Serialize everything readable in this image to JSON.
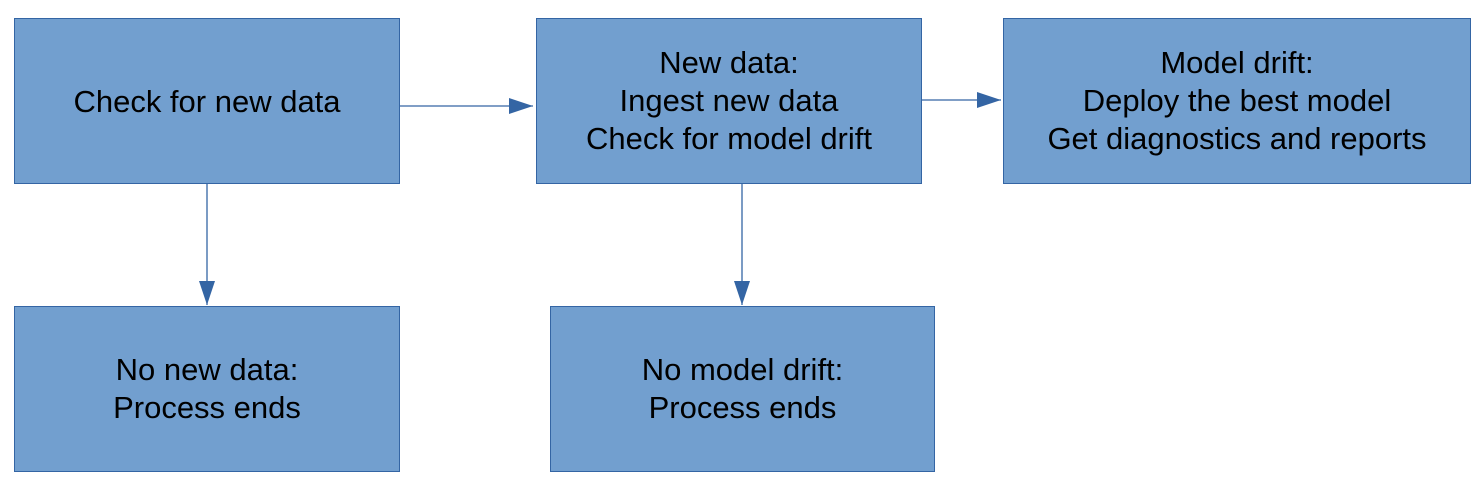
{
  "diagram": {
    "colors": {
      "node_fill": "#729fcf",
      "node_border": "#3465a4",
      "edge": "#3465a4",
      "text": "#000000"
    },
    "nodes": {
      "check_new_data": {
        "lines": [
          "Check for new data"
        ]
      },
      "new_data": {
        "lines": [
          "New data:",
          "Ingest new data",
          "Check for model drift"
        ]
      },
      "model_drift": {
        "lines": [
          "Model drift:",
          "Deploy the best model",
          "Get diagnostics and reports"
        ]
      },
      "no_new_data": {
        "lines": [
          "No new data:",
          "Process ends"
        ]
      },
      "no_model_drift": {
        "lines": [
          "No model drift:",
          "Process ends"
        ]
      }
    },
    "edges": [
      {
        "from": "check_new_data",
        "to": "new_data"
      },
      {
        "from": "new_data",
        "to": "model_drift"
      },
      {
        "from": "check_new_data",
        "to": "no_new_data"
      },
      {
        "from": "new_data",
        "to": "no_model_drift"
      }
    ]
  }
}
